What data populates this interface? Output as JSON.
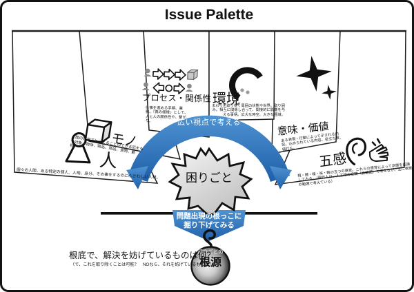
{
  "title": "Issue Palette",
  "panels": {
    "person": {
      "label": "人",
      "desc": "個々の人間、ある特定の個人、人柄、身分、その事をするのにふさわしい人材。"
    },
    "mono": {
      "label": "モノ",
      "desc": "人間の感覚でとらえることのできる形をもつ対象。物体、物品、商品、貨物、動物。"
    },
    "process": {
      "label": "プロセス・関係性",
      "desc": "仕事を進める手順、業務、『真の経緯』として、人と人の関係性や、繋がり。"
    },
    "environment": {
      "label": "環境",
      "desc": "まわりを取り巻く周囲の状態や世界。取り囲み。相互に関係し合って、間接的に影響を与える事柄。広大な時空、大きな圏域。"
    },
    "meaning": {
      "label": "意味・価値",
      "desc": "ある表現・行動によって示される内容。込められている内容。役立ち度、値打ち。"
    },
    "senses": {
      "label": "五感",
      "desc": "視・聴・嗅・味・触の五つの感覚。これらの感覚によって状態を認識してみる。（現代人は、人工物の空間（言語圏）で考えるが、主に視覚の範囲で考えている）"
    }
  },
  "arc": {
    "label": "広い視点で考える"
  },
  "center": {
    "label": "困りごと"
  },
  "ribbon": {
    "line1": "問題出現の根っこに",
    "line2": "掘り下げてみる"
  },
  "bomb": {
    "caption": "困りごとの",
    "label": "根源"
  },
  "question": {
    "main": "根底で、解決を妨げているものは何？",
    "sub": "（で、これを取り除くことは可能？　NOなら、それを妨げているものは？）"
  },
  "icons": {
    "person": "person-silhouette-icon",
    "mono": "cube-icon",
    "process": "people-arrows-flow-icon",
    "environment": "swirl-arc-icon",
    "meaning": "sparkle-stars-icon",
    "senses": "ear-and-hand-icon",
    "bomb": "bomb-with-fuse-icon"
  },
  "colors": {
    "accent_blue": "#2e75b6",
    "blob_gray": "#d9d9d9",
    "line_black": "#111111"
  }
}
